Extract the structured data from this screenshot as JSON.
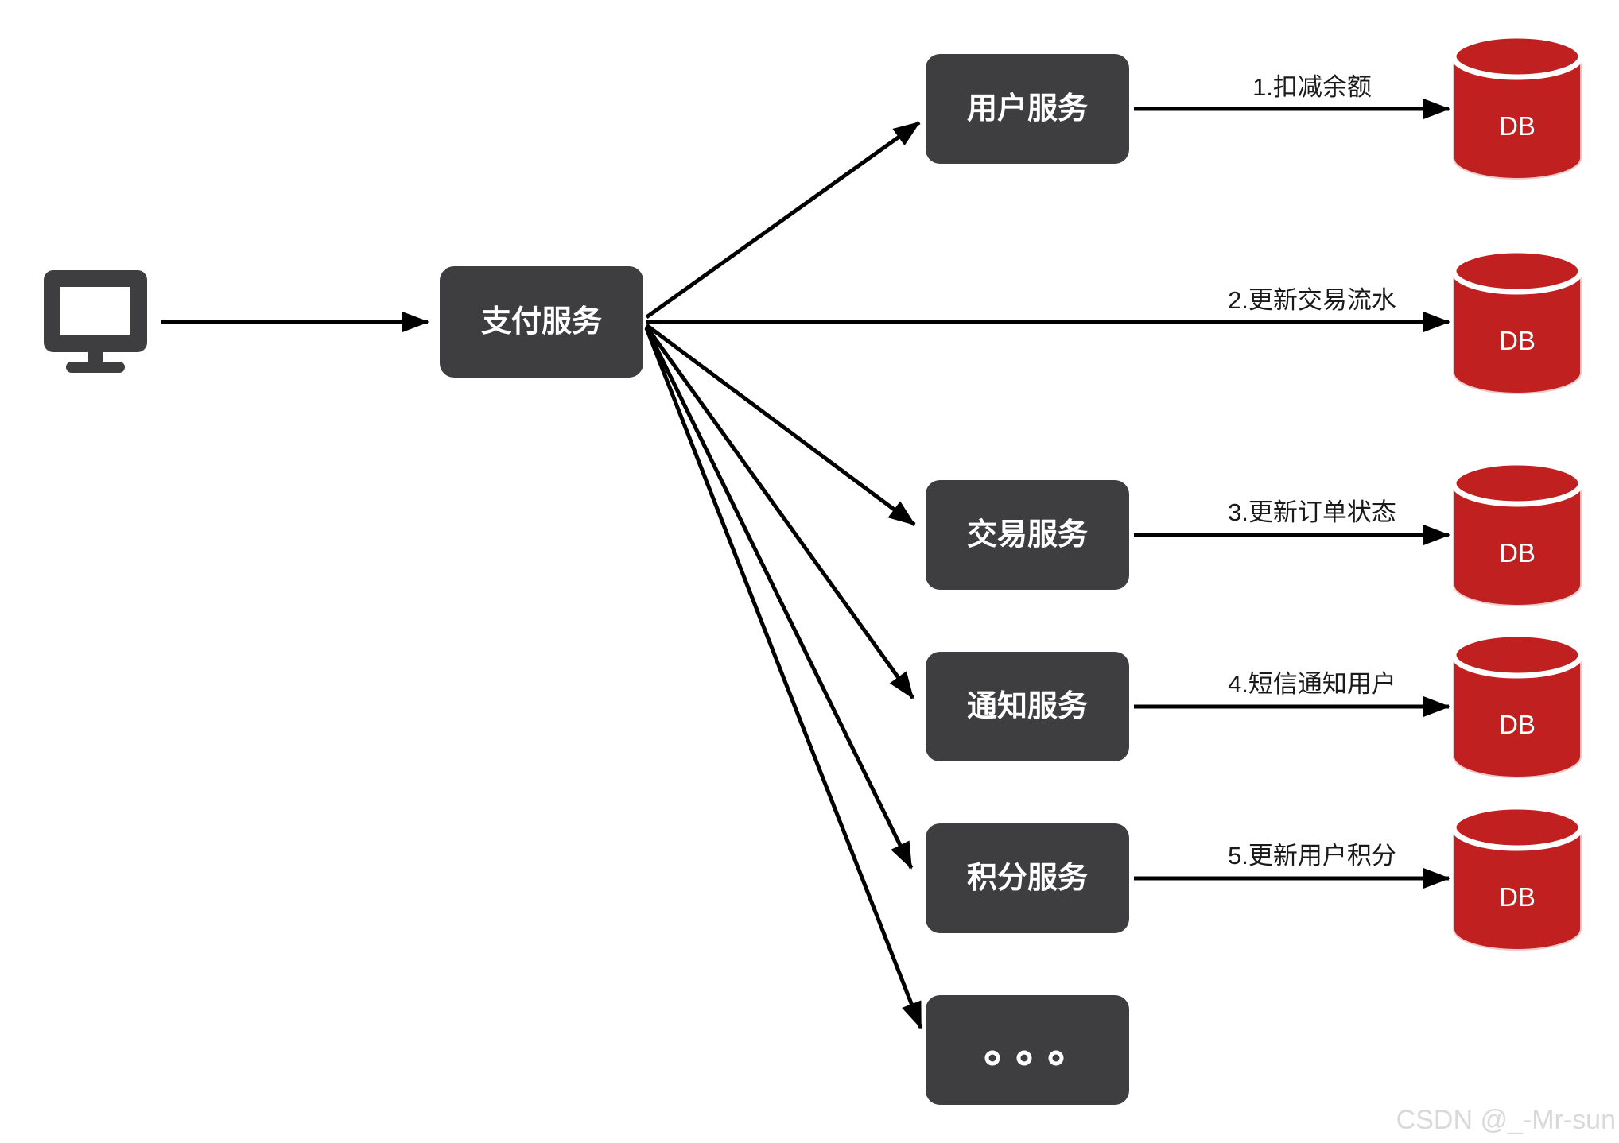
{
  "diagram": {
    "payment_service": {
      "label": "支付服务"
    },
    "services": [
      {
        "label": "用户服务"
      },
      {
        "label": "交易服务"
      },
      {
        "label": "通知服务"
      },
      {
        "label": "积分服务"
      }
    ],
    "ellipsis_label": "。。。",
    "flows": [
      {
        "label": "1.扣减余额",
        "db": "DB"
      },
      {
        "label": "2.更新交易流水",
        "db": "DB"
      },
      {
        "label": "3.更新订单状态",
        "db": "DB"
      },
      {
        "label": "4.短信通知用户",
        "db": "DB"
      },
      {
        "label": "5.更新用户积分",
        "db": "DB"
      }
    ],
    "colors": {
      "box": "#3e3e40",
      "db_red": "#c02020",
      "arrow": "#000000",
      "watermark": "#d9d9d9"
    }
  },
  "watermark": "CSDN @_-Mr-sun"
}
